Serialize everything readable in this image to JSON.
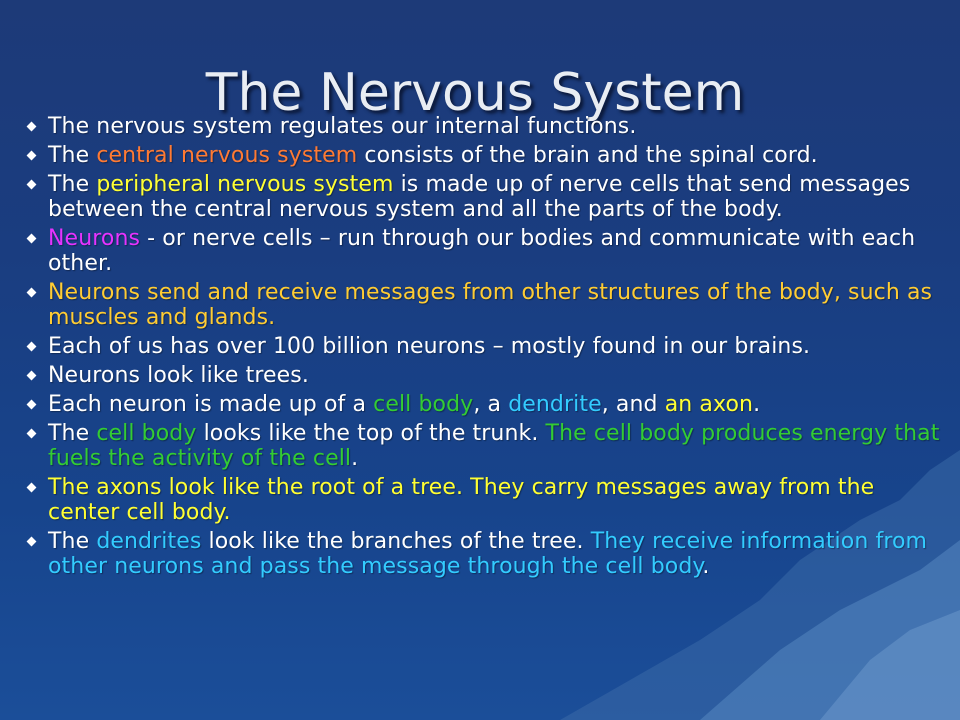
{
  "title": "The Nervous System",
  "bullets": [
    [
      {
        "t": "The nervous system regulates our internal functions."
      }
    ],
    [
      {
        "t": "The "
      },
      {
        "t": "central nervous system",
        "c": "orange"
      },
      {
        "t": " consists of the brain and the spinal cord."
      }
    ],
    [
      {
        "t": "The "
      },
      {
        "t": "peripheral nervous system",
        "c": "yellow"
      },
      {
        "t": " is made up of nerve cells that send messages between the central nervous system and all the parts of the body."
      }
    ],
    [
      {
        "t": "Neurons",
        "c": "magenta"
      },
      {
        "t": "  - or nerve cells – run through our bodies and communicate with each other."
      }
    ],
    [
      {
        "t": "Neurons send and receive messages from other structures of the body, such as muscles and glands.",
        "c": "gold"
      }
    ],
    [
      {
        "t": "Each of us has over 100 billion neurons – mostly found in our brains."
      }
    ],
    [
      {
        "t": "Neurons look like trees."
      }
    ],
    [
      {
        "t": "Each neuron is made up of a "
      },
      {
        "t": "cell body",
        "c": "green"
      },
      {
        "t": ", a "
      },
      {
        "t": "dendrite",
        "c": "cyan"
      },
      {
        "t": ", and "
      },
      {
        "t": "an axon",
        "c": "yellow"
      },
      {
        "t": "."
      }
    ],
    [
      {
        "t": "The "
      },
      {
        "t": "cell body",
        "c": "green"
      },
      {
        "t": " looks like the top of the trunk.  "
      },
      {
        "t": "The cell body produces energy that fuels the activity of the cell",
        "c": "green"
      },
      {
        "t": "."
      }
    ],
    [
      {
        "t": "The axons look like the root of a tree.  They carry messages away from the center cell body.",
        "c": "yellow"
      }
    ],
    [
      {
        "t": "The "
      },
      {
        "t": "dendrites",
        "c": "cyan"
      },
      {
        "t": " look like the branches of the tree.  "
      },
      {
        "t": "They receive information from other neurons and pass the message through the cell body",
        "c": "cyan"
      },
      {
        "t": "."
      }
    ]
  ],
  "colors": {
    "background": "#1a3d80",
    "text": "#ffffff",
    "orange": "#ff7a33",
    "yellow": "#ffff33",
    "magenta": "#e633ff",
    "gold": "#ffcc33",
    "green": "#33cc33",
    "cyan": "#33ccff"
  }
}
